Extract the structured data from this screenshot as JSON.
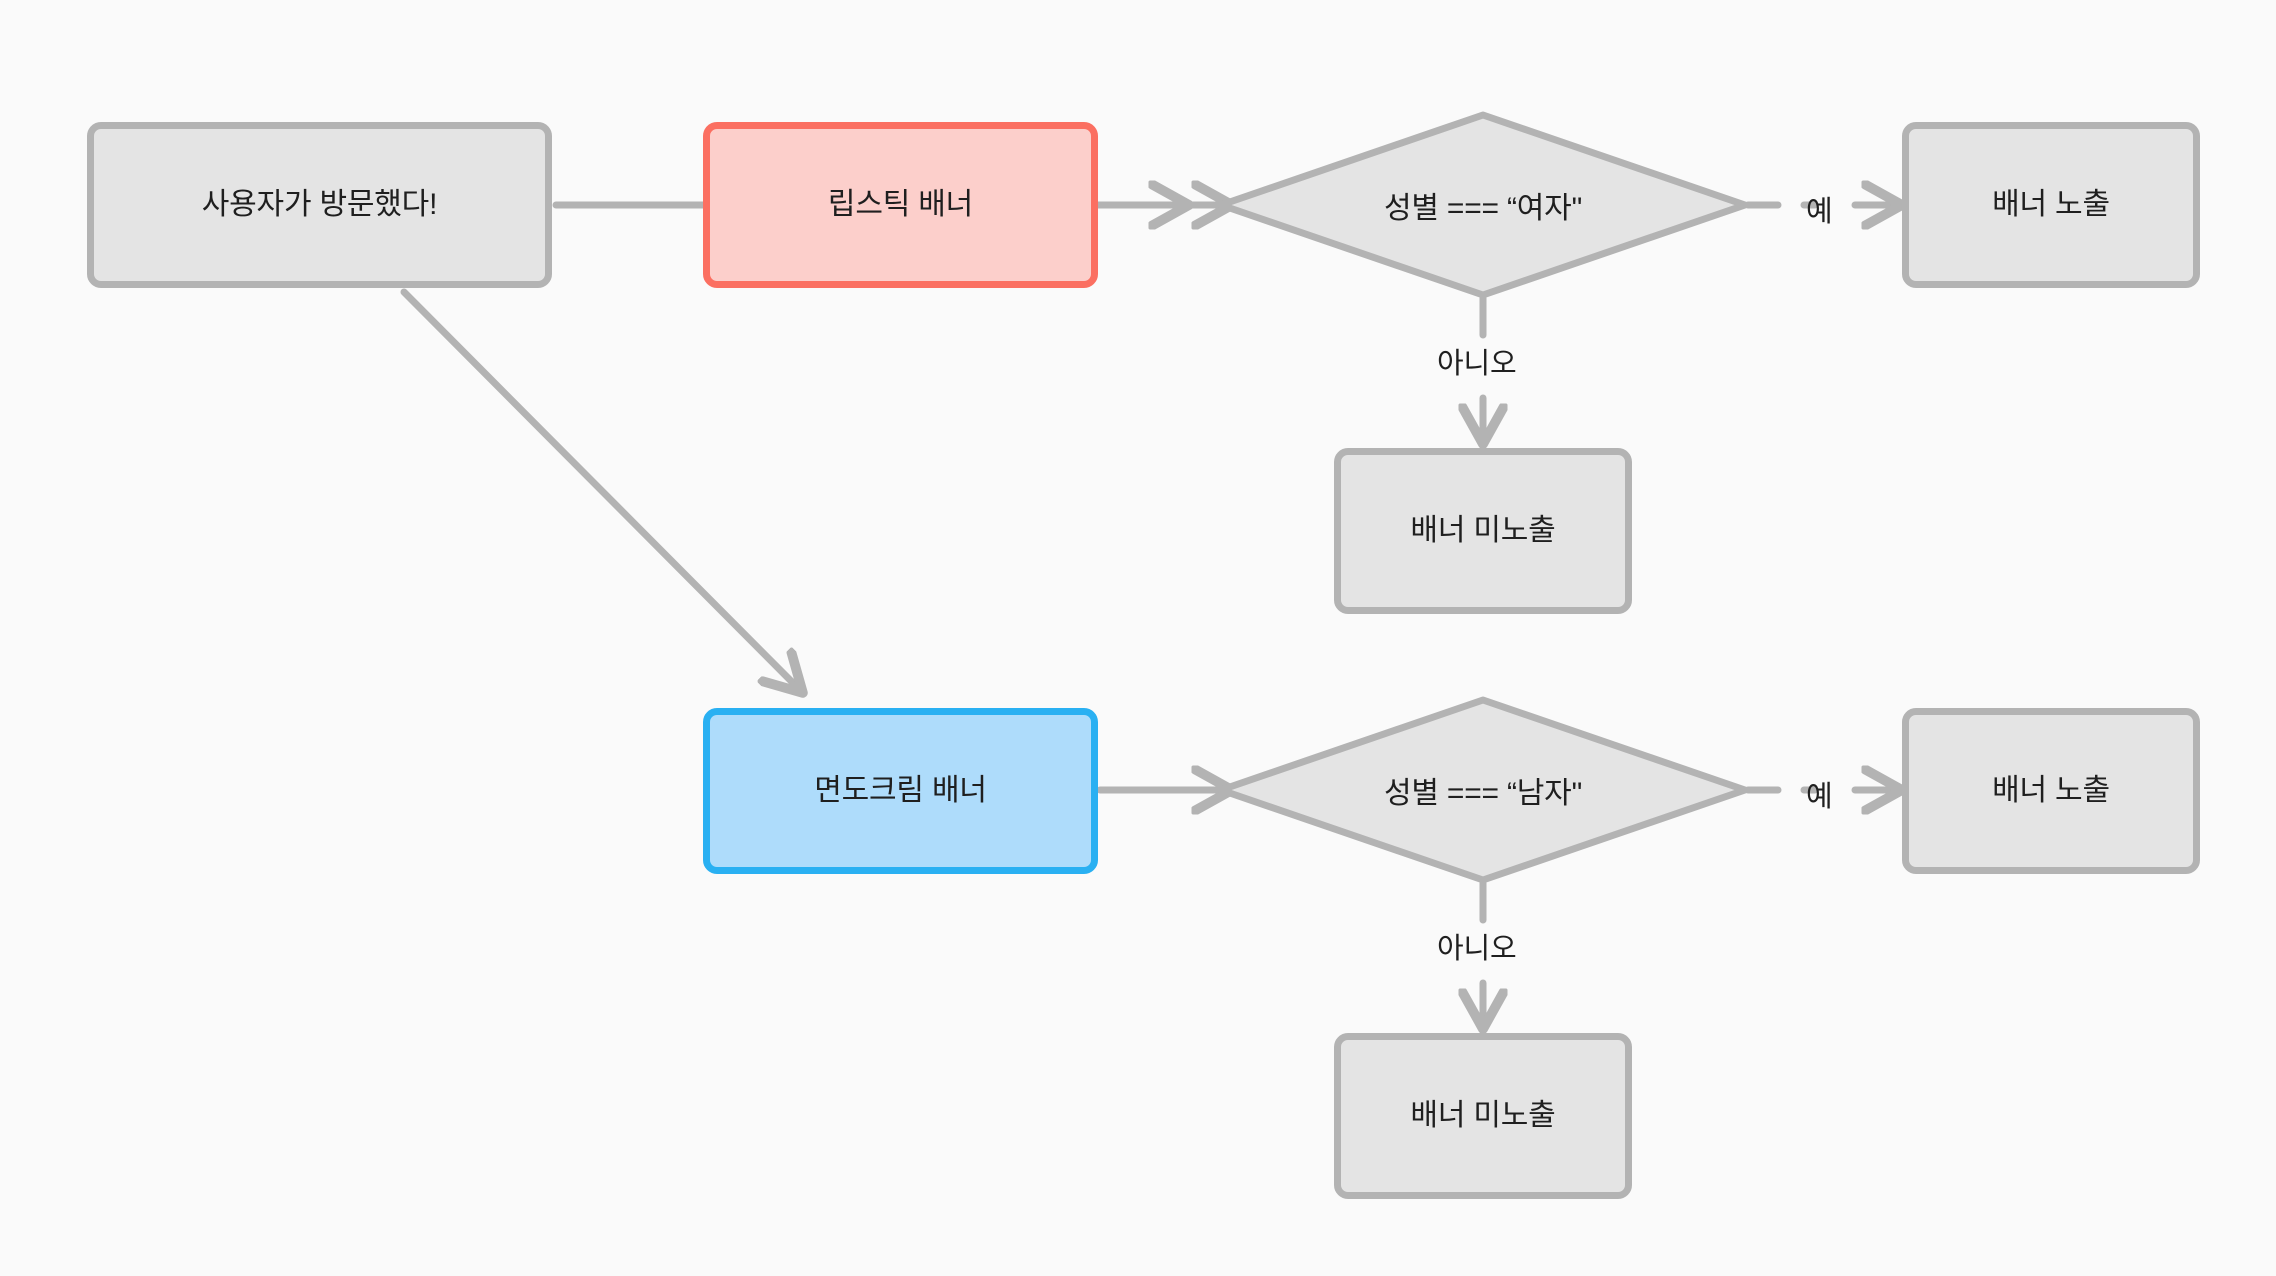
{
  "diagram": {
    "title": "banner targeting flowchart",
    "background_color": "#fafafa",
    "stroke_color": "#b3b3b3",
    "text_color": "#1f1f1f",
    "nodes": {
      "start": {
        "label": "사용자가 방문했다!",
        "shape": "rounded-rect",
        "fill": "#e4e4e4",
        "border": "#b3b3b3"
      },
      "lipstick_banner": {
        "label": "립스틱 배너",
        "shape": "rounded-rect",
        "fill": "#fccfcb",
        "border": "#fb6f61"
      },
      "shaving_banner": {
        "label": "면도크림 배너",
        "shape": "rounded-rect",
        "fill": "#aedcfb",
        "border": "#29b0f2"
      },
      "decision_female": {
        "label": "성별 === “여자\"",
        "shape": "diamond",
        "fill": "#e4e4e4",
        "border": "#b3b3b3"
      },
      "decision_male": {
        "label": "성별 === “남자\"",
        "shape": "diamond",
        "fill": "#e4e4e4",
        "border": "#b3b3b3"
      },
      "show_banner_female": {
        "label": "배너 노출",
        "shape": "rounded-rect",
        "fill": "#e4e4e4",
        "border": "#b3b3b3"
      },
      "hide_banner_female": {
        "label": "배너 미노출",
        "shape": "rounded-rect",
        "fill": "#e4e4e4",
        "border": "#b3b3b3"
      },
      "show_banner_male": {
        "label": "배너 노출",
        "shape": "rounded-rect",
        "fill": "#e4e4e4",
        "border": "#b3b3b3"
      },
      "hide_banner_male": {
        "label": "배너 미노출",
        "shape": "rounded-rect",
        "fill": "#e4e4e4",
        "border": "#b3b3b3"
      }
    },
    "edge_labels": {
      "female_yes": "예",
      "female_no": "아니오",
      "male_yes": "예",
      "male_no": "아니오"
    }
  }
}
